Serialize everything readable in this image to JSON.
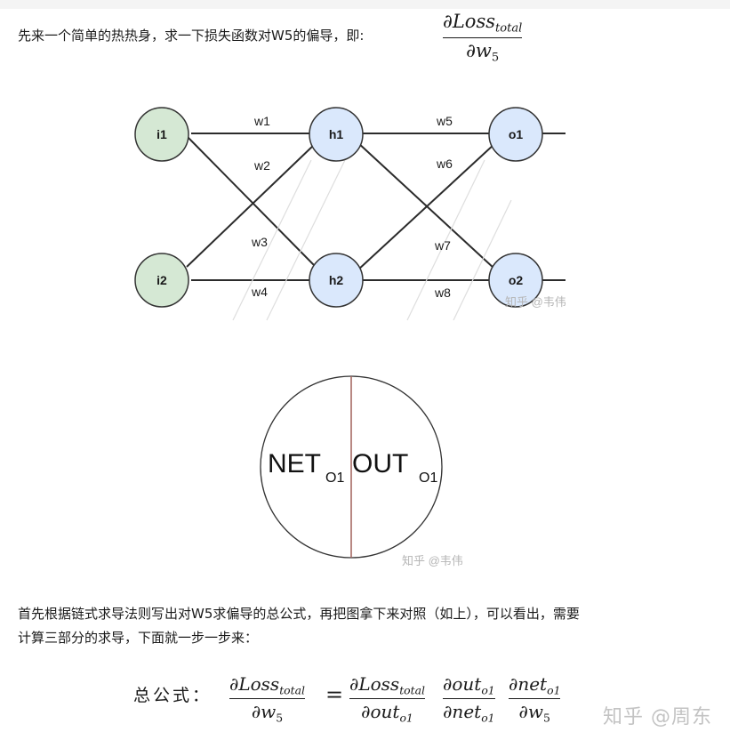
{
  "intro": {
    "text": "先来一个简单的热热身，求一下损失函数对W5的偏导，即:",
    "formula": {
      "num_main": "∂Loss",
      "num_sub": "total",
      "den_main": "∂w",
      "den_sub": "5"
    }
  },
  "network": {
    "nodes": {
      "i1": "i1",
      "i2": "i2",
      "h1": "h1",
      "h2": "h2",
      "o1": "o1",
      "o2": "o2"
    },
    "weights": {
      "w1": "w1",
      "w2": "w2",
      "w3": "w3",
      "w4": "w4",
      "w5": "w5",
      "w6": "w6",
      "w7": "w7",
      "w8": "w8"
    },
    "watermark": "知乎 @韦伟",
    "colors": {
      "input": "#d5e8d4",
      "hidden": "#dae8fc",
      "output": "#dae8fc",
      "stroke": "#2b2b2b"
    }
  },
  "neuron": {
    "left_label": "NET",
    "left_sub": "O1",
    "right_label": "OUT",
    "right_sub": "O1",
    "watermark": "知乎 @韦伟",
    "divider_color": "#a0605a"
  },
  "explanation": {
    "line1": "首先根据链式求导法则写出对W5求偏导的总公式，再把图拿下来对照（如上），可以看出，需要",
    "line2": "计算三部分的求导，下面就一步一步来："
  },
  "total_formula": {
    "label": "总公式：",
    "lhs": {
      "num_main": "∂Loss",
      "num_sub": "total",
      "den_main": "∂w",
      "den_sub": "5"
    },
    "equals": "=",
    "f1": {
      "num_main": "∂Loss",
      "num_sub": "total",
      "den_main": "∂out",
      "den_sub": "o1"
    },
    "f2": {
      "num_main": "∂out",
      "num_sub": "o1",
      "den_main": "∂net",
      "den_sub": "o1"
    },
    "f3": {
      "num_main": "∂net",
      "num_sub": "o1",
      "den_main": "∂w",
      "den_sub": "5"
    }
  },
  "brand": "知乎 @周东"
}
